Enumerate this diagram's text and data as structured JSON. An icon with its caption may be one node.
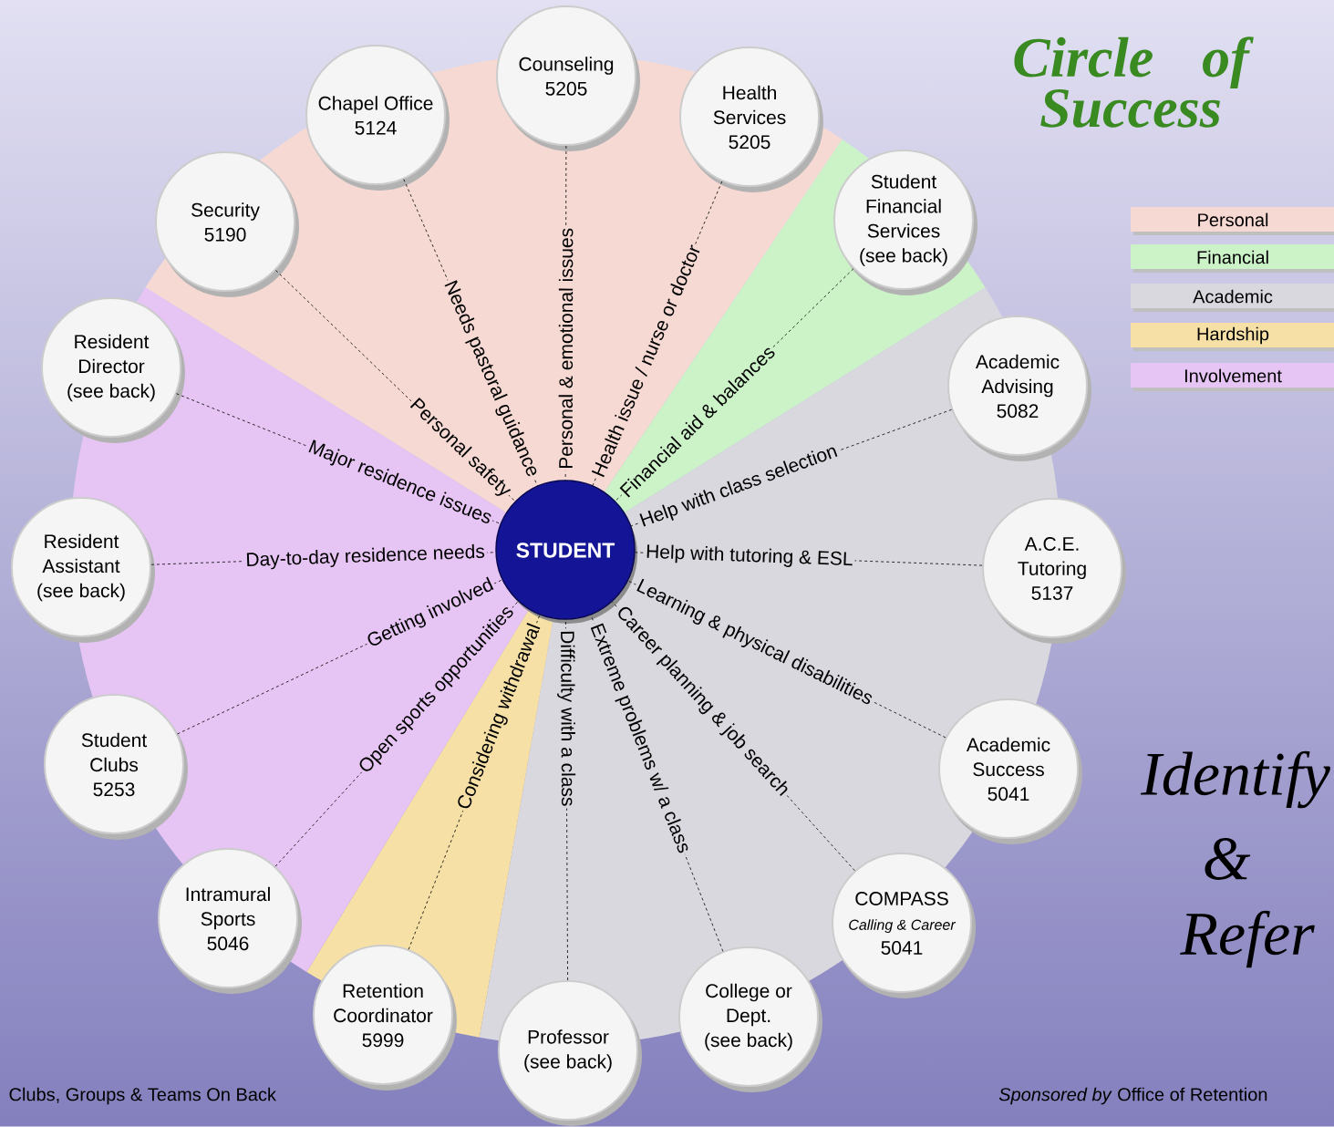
{
  "diagram": {
    "title": "Circle of Success",
    "nodes": [
      {
        "text": [
          "STUDENT"
        ]
      },
      {
        "text": [
          "Counseling",
          "5205"
        ]
      },
      {
        "text": [
          "Health Services",
          "5205"
        ]
      },
      {
        "text": [
          "Student Financial Services",
          "(see back)"
        ]
      },
      {
        "text": [
          "Academic Advising",
          "5082"
        ]
      },
      {
        "text": [
          "A.C.E. Tutoring",
          "5137"
        ]
      },
      {
        "text": [
          "Academic Success",
          "5041"
        ]
      },
      {
        "text": [
          "COMPASS",
          "Calling & Career",
          "5041"
        ]
      },
      {
        "text": [
          "College or Dept.",
          "(see back)"
        ]
      },
      {
        "text": [
          "Professor",
          "(see back)"
        ]
      },
      {
        "text": [
          "Retention Coordinator",
          "5999"
        ]
      },
      {
        "text": [
          "Intramural Sports",
          "5046"
        ]
      },
      {
        "text": [
          "Student Clubs",
          "5253"
        ]
      },
      {
        "text": [
          "Resident Assistant",
          "(see back)"
        ]
      },
      {
        "text": [
          "Resident Director",
          "(see back)"
        ]
      },
      {
        "text": [
          "Security",
          "5190"
        ]
      },
      {
        "text": [
          "Chapel Office",
          "5124"
        ]
      }
    ],
    "edges": [
      {
        "from": 1,
        "to": 0,
        "arrow": "none",
        "style": "dashed",
        "label": "Personal & emotional issues"
      },
      {
        "from": 2,
        "to": 0,
        "arrow": "none",
        "style": "dashed",
        "label": "Health issue / nurse or doctor"
      },
      {
        "from": 3,
        "to": 0,
        "arrow": "none",
        "style": "dashed",
        "label": "Financial aid & balances"
      },
      {
        "from": 4,
        "to": 0,
        "arrow": "none",
        "style": "dashed",
        "label": "Help with class selection"
      },
      {
        "from": 5,
        "to": 0,
        "arrow": "none",
        "style": "dashed",
        "label": "Help with tutoring & ESL"
      },
      {
        "from": 6,
        "to": 0,
        "arrow": "none",
        "style": "dashed",
        "label": "Learning & physical disabilities"
      },
      {
        "from": 7,
        "to": 0,
        "arrow": "none",
        "style": "dashed",
        "label": "Career planning & job search"
      },
      {
        "from": 8,
        "to": 0,
        "arrow": "none",
        "style": "dashed",
        "label": "Extreme problems w/ a class"
      },
      {
        "from": 9,
        "to": 0,
        "arrow": "none",
        "style": "dashed",
        "label": "Difficulty with a class"
      },
      {
        "from": 10,
        "to": 0,
        "arrow": "none",
        "style": "dashed",
        "label": "Considering withdrawal"
      },
      {
        "from": 11,
        "to": 0,
        "arrow": "none",
        "style": "dashed",
        "label": "Open sports opportunities"
      },
      {
        "from": 12,
        "to": 0,
        "arrow": "none",
        "style": "dashed",
        "label": "Getting involved"
      },
      {
        "from": 13,
        "to": 0,
        "arrow": "none",
        "style": "dashed",
        "label": "Day-to-day residence needs"
      },
      {
        "from": 14,
        "to": 0,
        "arrow": "none",
        "style": "dashed",
        "label": "Major residence issues"
      },
      {
        "from": 15,
        "to": 0,
        "arrow": "none",
        "style": "dashed",
        "label": "Personal safety"
      },
      {
        "from": 16,
        "to": 0,
        "arrow": "none",
        "style": "dashed",
        "label": "Needs pastoral guidance"
      }
    ],
    "labels": [
      "Identify",
      "&",
      "Refer",
      "Clubs, Groups & Teams On Back",
      "*Sponsored by* Office of Retention"
    ],
    "legend": [
      {
        "text": "Personal",
        "color": "#f6d9d3"
      },
      {
        "text": "Financial",
        "color": "#ccf2c8"
      },
      {
        "text": "Academic",
        "color": "#d8d8de"
      },
      {
        "text": "Hardship",
        "color": "#f6e0a6"
      },
      {
        "text": "Involvement",
        "color": "#e6c4f4"
      }
    ]
  }
}
